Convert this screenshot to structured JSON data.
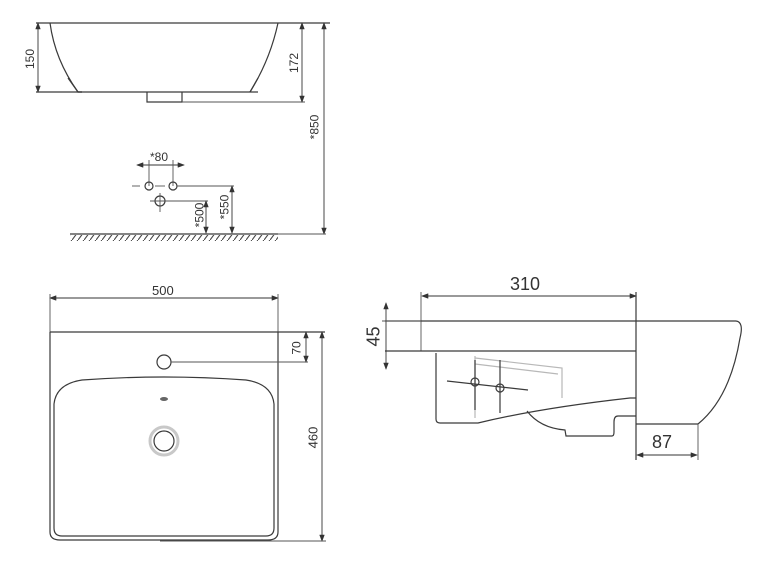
{
  "drawing": {
    "title": "Wall-hung washbasin technical drawing",
    "views": {
      "front_elevation": {
        "dims": {
          "basin_height": "150",
          "overall_height": "172",
          "mounting_height": "*850"
        }
      },
      "connection_detail": {
        "dims": {
          "tap_spacing": "*80",
          "drain_height": "*500",
          "supply_height": "*550"
        }
      },
      "plan_view": {
        "dims": {
          "width": "500",
          "tap_hole_offset": "70",
          "depth": "460"
        }
      },
      "side_section": {
        "dims": {
          "fixing_depth": "310",
          "rim_thickness": "45",
          "bowl_projection": "87"
        }
      }
    },
    "colors": {
      "line": "#3a3a3a",
      "hidden_line": "#b8b8b8",
      "background": "#ffffff"
    }
  }
}
